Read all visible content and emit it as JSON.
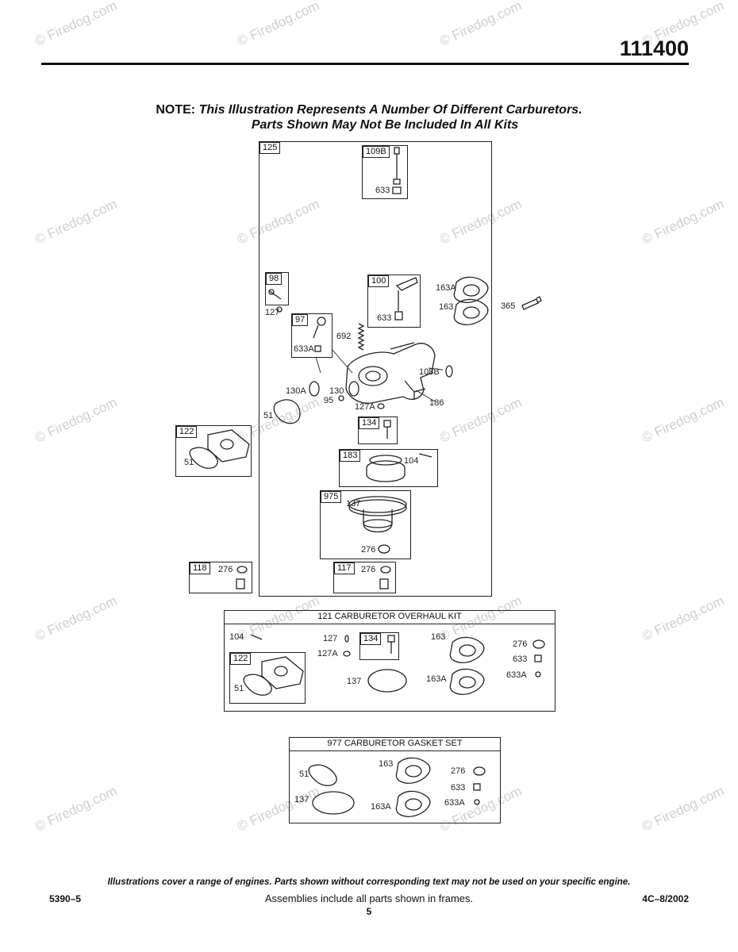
{
  "header": {
    "part_number": "111400"
  },
  "note": {
    "label": "NOTE:",
    "line1": "This Illustration Represents A Number Of Different Carburetors.",
    "line2": "Parts Shown May Not Be Included In All Kits"
  },
  "watermark": {
    "text": "© Firedog.com"
  },
  "main_frame": {
    "number": "125"
  },
  "parts": {
    "p109B": "109B",
    "p633_top": "633",
    "p98": "98",
    "p127_left": "127",
    "p100": "100",
    "p633_100": "633",
    "p163A_top": "163A",
    "p163_top": "163",
    "p365": "365",
    "p97": "97",
    "p633A_97": "633A",
    "p692": "692",
    "p108B": "108B",
    "p130A": "130A",
    "p130": "130",
    "p95": "95",
    "p127A_center": "127A",
    "p186": "186",
    "p51_center": "51",
    "p134": "134",
    "p122_left": "122",
    "p51_left": "51",
    "p183": "183",
    "p104": "104",
    "p975": "975",
    "p137": "137",
    "p276_975": "276",
    "p118": "118",
    "p276_118": "276",
    "p117": "117",
    "p276_117": "276"
  },
  "overhaul_kit": {
    "title": "121 CARBURETOR OVERHAUL KIT",
    "p104": "104",
    "p127": "127",
    "p127A": "127A",
    "p134": "134",
    "p163": "163",
    "p276": "276",
    "p633": "633",
    "p633A": "633A",
    "p122": "122",
    "p51": "51",
    "p137": "137",
    "p163A": "163A"
  },
  "gasket_set": {
    "title": "977 CARBURETOR GASKET SET",
    "p51": "51",
    "p163": "163",
    "p276": "276",
    "p137": "137",
    "p633": "633",
    "p163A": "163A",
    "p633A": "633A"
  },
  "footer": {
    "disclaimer": "Illustrations cover a range of engines. Parts shown without corresponding text may not be used on your specific engine.",
    "left_code": "5390–5",
    "center_text": "Assemblies include all parts shown in frames.",
    "right_code": "4C–8/2002",
    "page_number": "5"
  }
}
